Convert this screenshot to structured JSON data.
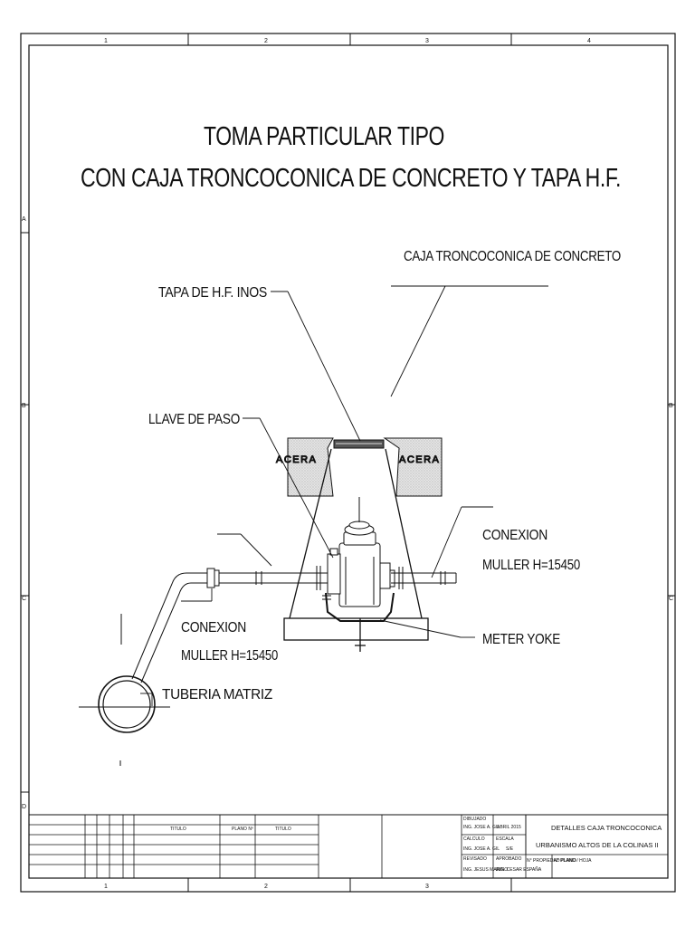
{
  "sheet": {
    "zones_top": [
      "1",
      "2",
      "3",
      "4"
    ],
    "zones_bottom": [
      "1",
      "2",
      "3"
    ],
    "zones_left": [
      "A",
      "B",
      "C",
      "D"
    ],
    "zones_right": [
      "B",
      "C"
    ]
  },
  "title": {
    "line1": "TOMA PARTICULAR TIPO",
    "line2": "CON CAJA TRONCOCONICA DE CONCRETO Y TAPA H.F."
  },
  "labels": {
    "caja": "CAJA TRONCOCONICA DE CONCRETO",
    "tapa": "TAPA DE H.F. INOS",
    "llave": "LLAVE DE PASO",
    "acera_left": "ACERA",
    "acera_right": "ACERA",
    "conexion_right_1": "CONEXION",
    "conexion_right_2": "MULLER H=15450",
    "meter_yoke": "METER YOKE",
    "conexion_left_1": "CONEXION",
    "conexion_left_2": "MULLER H=15450",
    "tuberia": "TUBERIA MATRIZ"
  },
  "title_block": {
    "col_titulo": "TITULO",
    "col_plano": "PLANO Nº",
    "col_titulo2": "TITULO",
    "dibujado_label": "DIBUJADO",
    "dibujado_value": "ING. JOSE A. GIL",
    "fecha_value": "ABRIL 2015",
    "calculo_label": "CALCULO",
    "calculo_value": "ING. JOSE A. GIL",
    "escala_label": "ESCALA",
    "escala_value": "S/E",
    "revisado_label": "REVISADO",
    "revisado_value": "ING. JESUS MARINO",
    "aprobado_label": "APROBADO",
    "aprobado_value": "ING. CESAR ESPAÑA",
    "desc_line1": "DETALLES CAJA TRONCOCONICA",
    "desc_line2": "URBANISMO ALTOS DE LA COLINAS II",
    "prop_plano": "N° PROPIEDAD PLANO",
    "num_plano": "N° PLANO / HOJA"
  }
}
